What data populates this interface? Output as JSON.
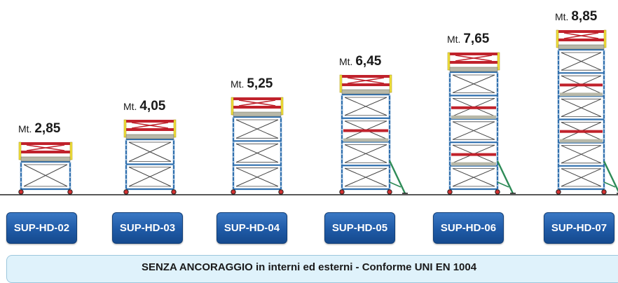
{
  "ground_line_color": "#222222",
  "frame_blue": "#2f6fae",
  "rail_red": "#c0222c",
  "rail_yellow": "#f2e23a",
  "deck_gray": "#b8b8a8",
  "button_blue": "#1f5aa6",
  "outrigger_green": "#2e8b57",
  "models": [
    {
      "code": "SUP-HD-02",
      "height_prefix": "Mt.",
      "height_value": "2,85"
    },
    {
      "code": "SUP-HD-03",
      "height_prefix": "Mt.",
      "height_value": "4,05"
    },
    {
      "code": "SUP-HD-04",
      "height_prefix": "Mt.",
      "height_value": "5,25"
    },
    {
      "code": "SUP-HD-05",
      "height_prefix": "Mt.",
      "height_value": "6,45"
    },
    {
      "code": "SUP-HD-06",
      "height_prefix": "Mt.",
      "height_value": "7,65"
    },
    {
      "code": "SUP-HD-07",
      "height_prefix": "Mt.",
      "height_value": "8,85"
    }
  ],
  "footer": {
    "note": "SENZA ANCORAGGIO in interni ed esterni - Conforme UNI EN 1004"
  }
}
